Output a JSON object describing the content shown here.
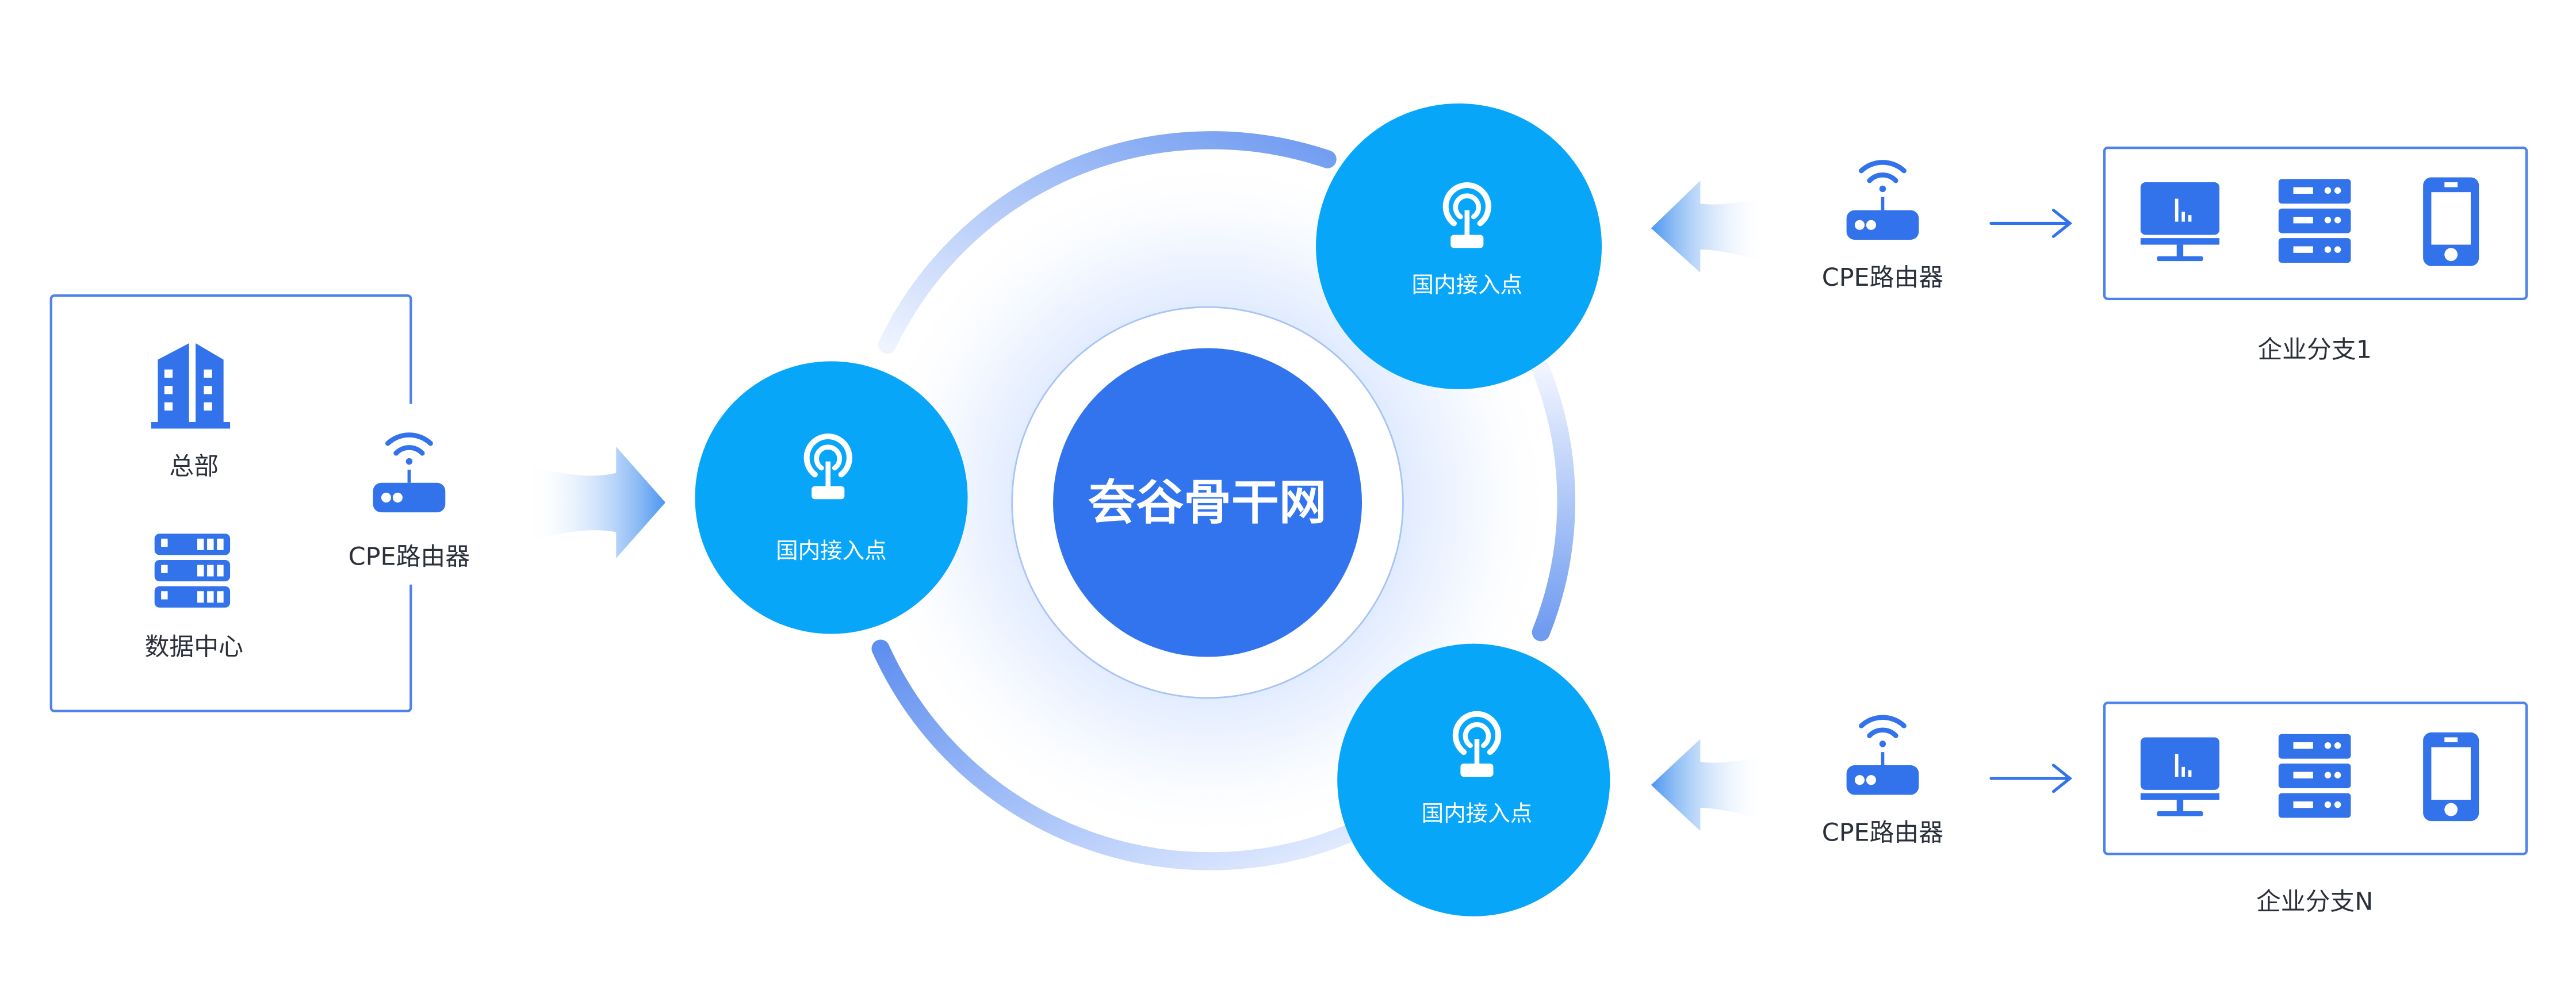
{
  "headquarters": {
    "items": [
      {
        "label": "总部",
        "icon": "building-icon"
      },
      {
        "label": "数据中心",
        "icon": "server-icon"
      }
    ],
    "router_label": "CPE路由器"
  },
  "backbone": {
    "title": "夽谷骨干网",
    "access_points": [
      {
        "label": "国内接入点"
      },
      {
        "label": "国内接入点"
      },
      {
        "label": "国内接入点"
      }
    ]
  },
  "branches": [
    {
      "label": "企业分支1",
      "router_label": "CPE路由器",
      "devices": [
        "monitor-icon",
        "server-icon",
        "phone-icon"
      ]
    },
    {
      "label": "企业分支N",
      "router_label": "CPE路由器",
      "devices": [
        "monitor-icon",
        "server-icon",
        "phone-icon"
      ]
    }
  ],
  "colors": {
    "access_point": "#08a6f9",
    "core": "#3274ee",
    "icon_blue": "#3272ea",
    "box_border": "#4d82ea",
    "text": "#2a2f3a"
  }
}
